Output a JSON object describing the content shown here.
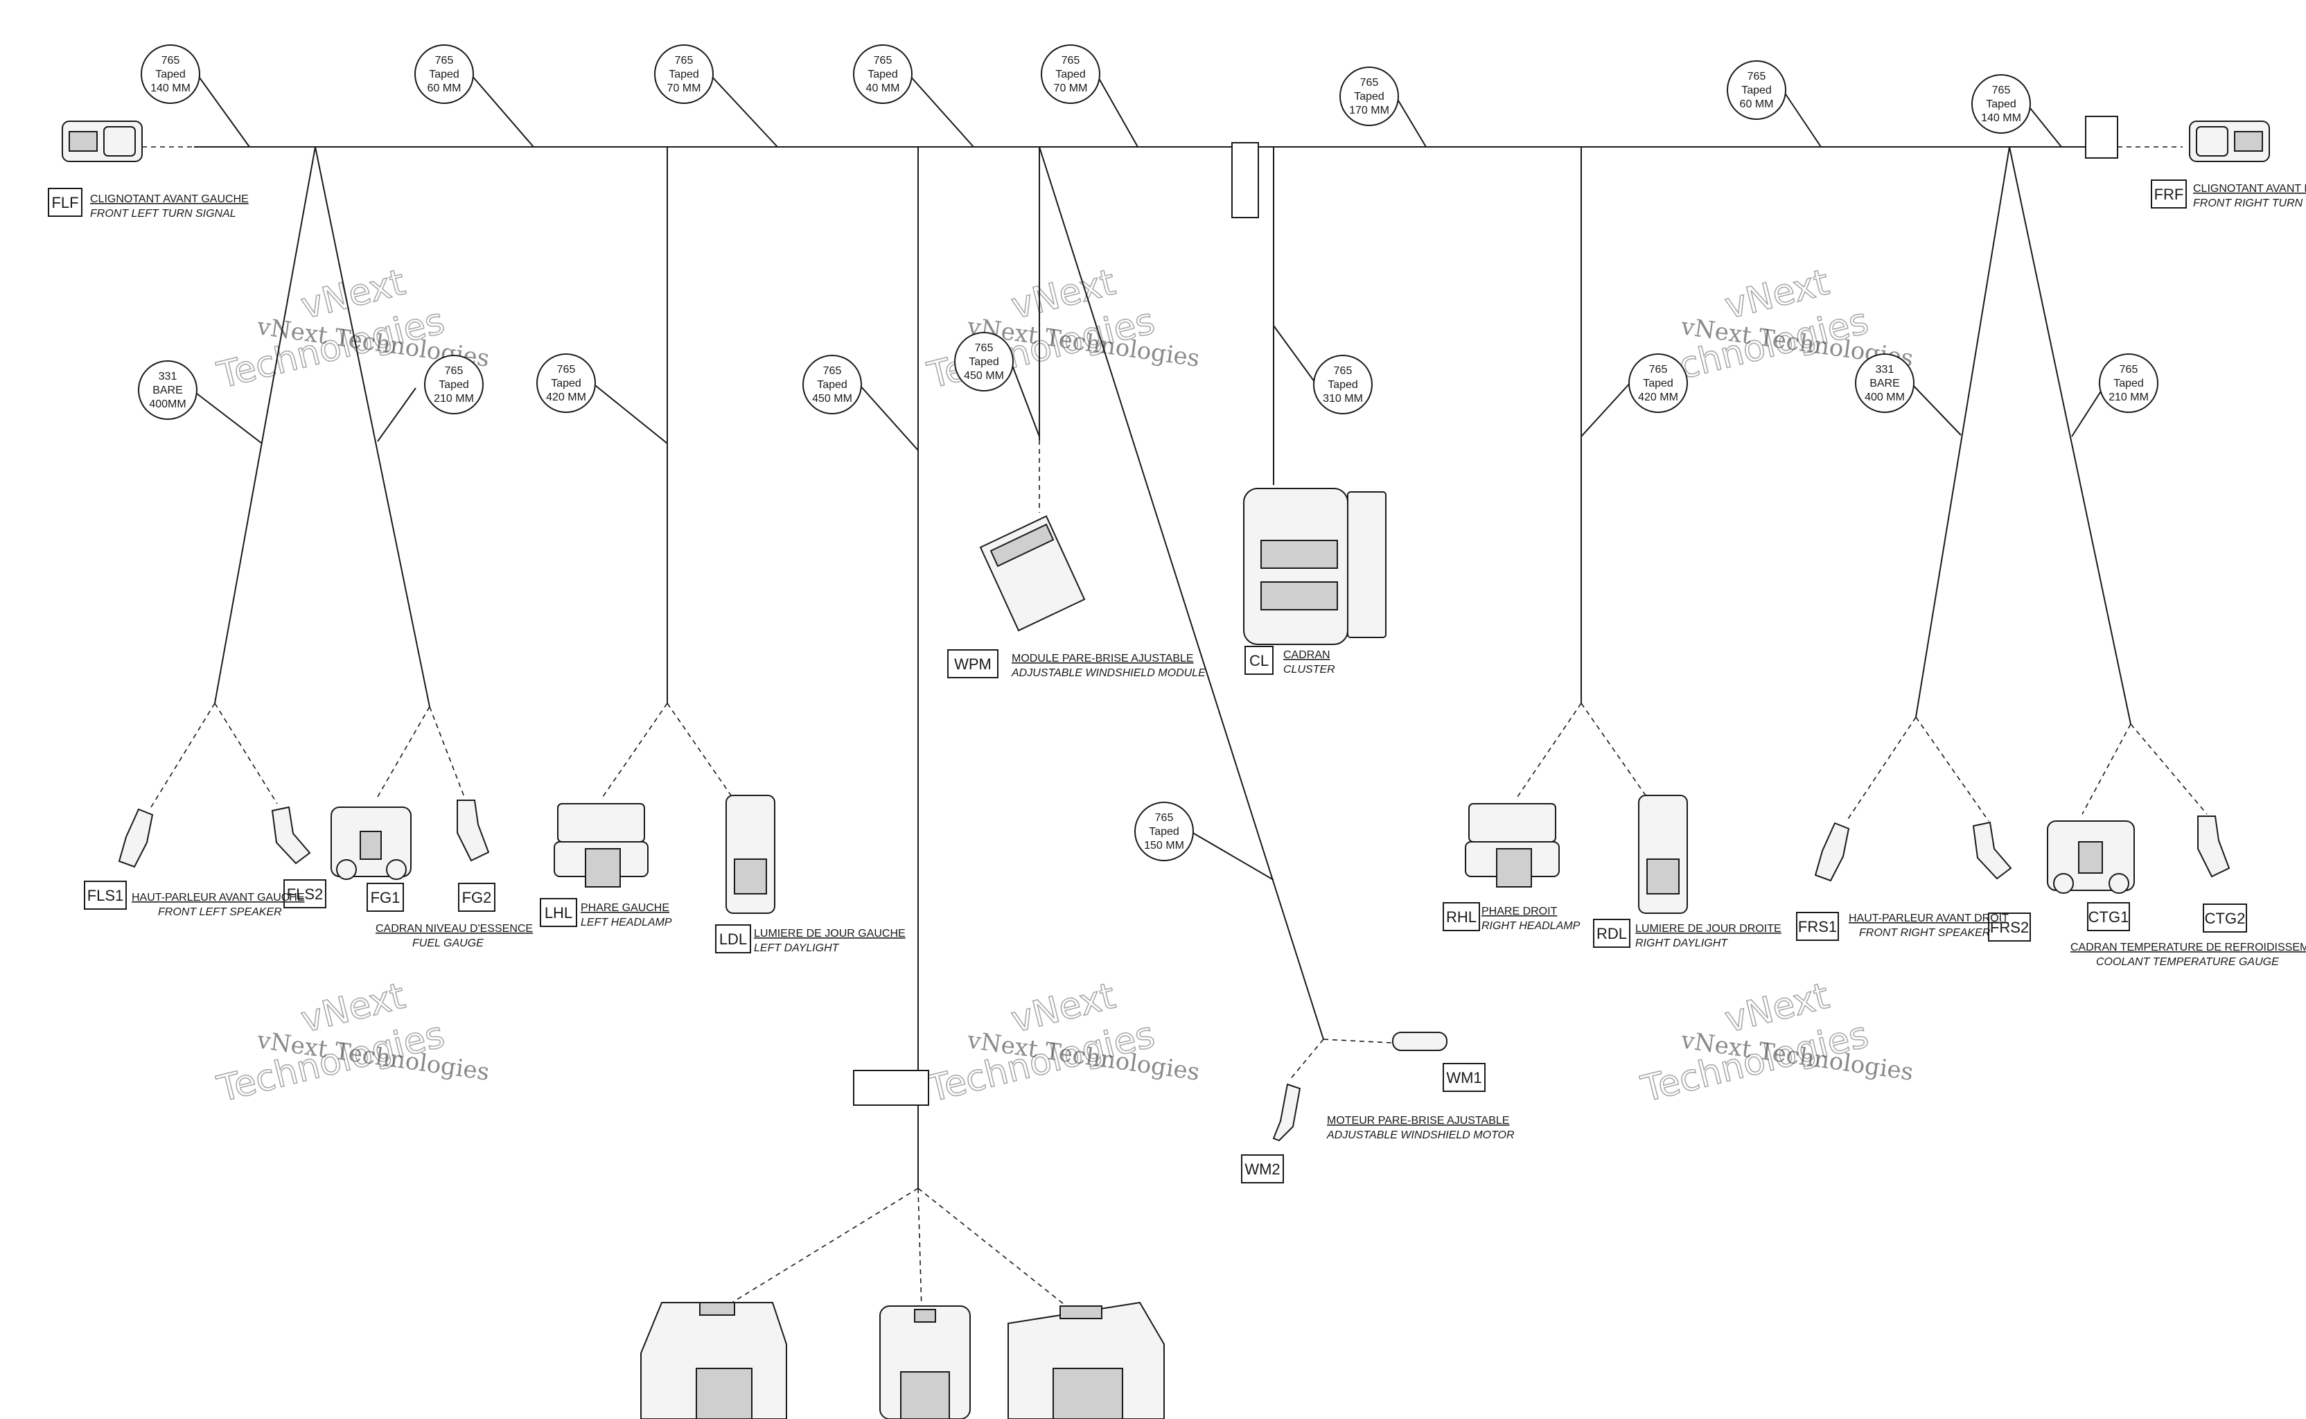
{
  "bubbles": [
    {
      "l1": "765",
      "l2": "Taped",
      "l3": "140 MM"
    },
    {
      "l1": "765",
      "l2": "Taped",
      "l3": "60 MM"
    },
    {
      "l1": "765",
      "l2": "Taped",
      "l3": "70 MM"
    },
    {
      "l1": "765",
      "l2": "Taped",
      "l3": "40 MM"
    },
    {
      "l1": "765",
      "l2": "Taped",
      "l3": "70 MM"
    },
    {
      "l1": "765",
      "l2": "Taped",
      "l3": "170 MM"
    },
    {
      "l1": "765",
      "l2": "Taped",
      "l3": "60 MM"
    },
    {
      "l1": "765",
      "l2": "Taped",
      "l3": "140 MM"
    },
    {
      "l1": "331",
      "l2": "BARE",
      "l3": "400MM"
    },
    {
      "l1": "765",
      "l2": "Taped",
      "l3": "210 MM"
    },
    {
      "l1": "765",
      "l2": "Taped",
      "l3": "420 MM"
    },
    {
      "l1": "765",
      "l2": "Taped",
      "l3": "450 MM"
    },
    {
      "l1": "765",
      "l2": "Taped",
      "l3": "450 MM"
    },
    {
      "l1": "765",
      "l2": "Taped",
      "l3": "310 MM"
    },
    {
      "l1": "765",
      "l2": "Taped",
      "l3": "420 MM"
    },
    {
      "l1": "331",
      "l2": "BARE",
      "l3": "400 MM"
    },
    {
      "l1": "765",
      "l2": "Taped",
      "l3": "210 MM"
    },
    {
      "l1": "765",
      "l2": "Taped",
      "l3": "150 MM"
    }
  ],
  "components": {
    "flf": {
      "code": "FLF",
      "fr": "CLIGNOTANT AVANT GAUCHE",
      "en": "FRONT LEFT TURN SIGNAL"
    },
    "frf": {
      "code": "FRF",
      "fr": "CLIGNOTANT AVANT DROIT",
      "en": "FRONT RIGHT TURN SIGNAL"
    },
    "fls1": {
      "code": "FLS1"
    },
    "fls2": {
      "code": "FLS2"
    },
    "fls": {
      "fr": "HAUT-PARLEUR AVANT GAUCHE",
      "en": "FRONT LEFT SPEAKER"
    },
    "fg1": {
      "code": "FG1"
    },
    "fg2": {
      "code": "FG2"
    },
    "fg": {
      "fr": "CADRAN NIVEAU D'ESSENCE",
      "en": "FUEL GAUGE"
    },
    "lhl": {
      "code": "LHL",
      "fr": "PHARE GAUCHE",
      "en": "LEFT HEADLAMP"
    },
    "ldl": {
      "code": "LDL",
      "fr": "LUMIERE DE JOUR GAUCHE",
      "en": "LEFT DAYLIGHT"
    },
    "wpm": {
      "code": "WPM",
      "fr": "MODULE PARE-BRISE AJUSTABLE",
      "en": "ADJUSTABLE WINDSHIELD MODULE"
    },
    "cl": {
      "code": "CL",
      "fr": "CADRAN",
      "en": "CLUSTER"
    },
    "rhl": {
      "code": "RHL",
      "fr": "PHARE DROIT",
      "en": "RIGHT HEADLAMP"
    },
    "rdl": {
      "code": "RDL",
      "fr": "LUMIERE DE JOUR DROITE",
      "en": "RIGHT DAYLIGHT"
    },
    "frs1": {
      "code": "FRS1"
    },
    "frs2": {
      "code": "FRS2"
    },
    "frs": {
      "fr": "HAUT-PARLEUR AVANT DROIT",
      "en": "FRONT RIGHT SPEAKER"
    },
    "ctg1": {
      "code": "CTG1"
    },
    "ctg2": {
      "code": "CTG2"
    },
    "ctg": {
      "fr": "CADRAN TEMPERATURE DE REFROIDISSEMENT",
      "en": "COOLANT TEMPERATURE GAUGE"
    },
    "wm1": {
      "code": "WM1"
    },
    "wm2": {
      "code": "WM2"
    },
    "wm": {
      "fr": "MOTEUR PARE-BRISE AJUSTABLE",
      "en": "ADJUSTABLE WINDSHIELD MOTOR"
    }
  },
  "watermark": {
    "line1": "vNext Technologies",
    "line2": "Technologies",
    "line3": "vNext"
  }
}
